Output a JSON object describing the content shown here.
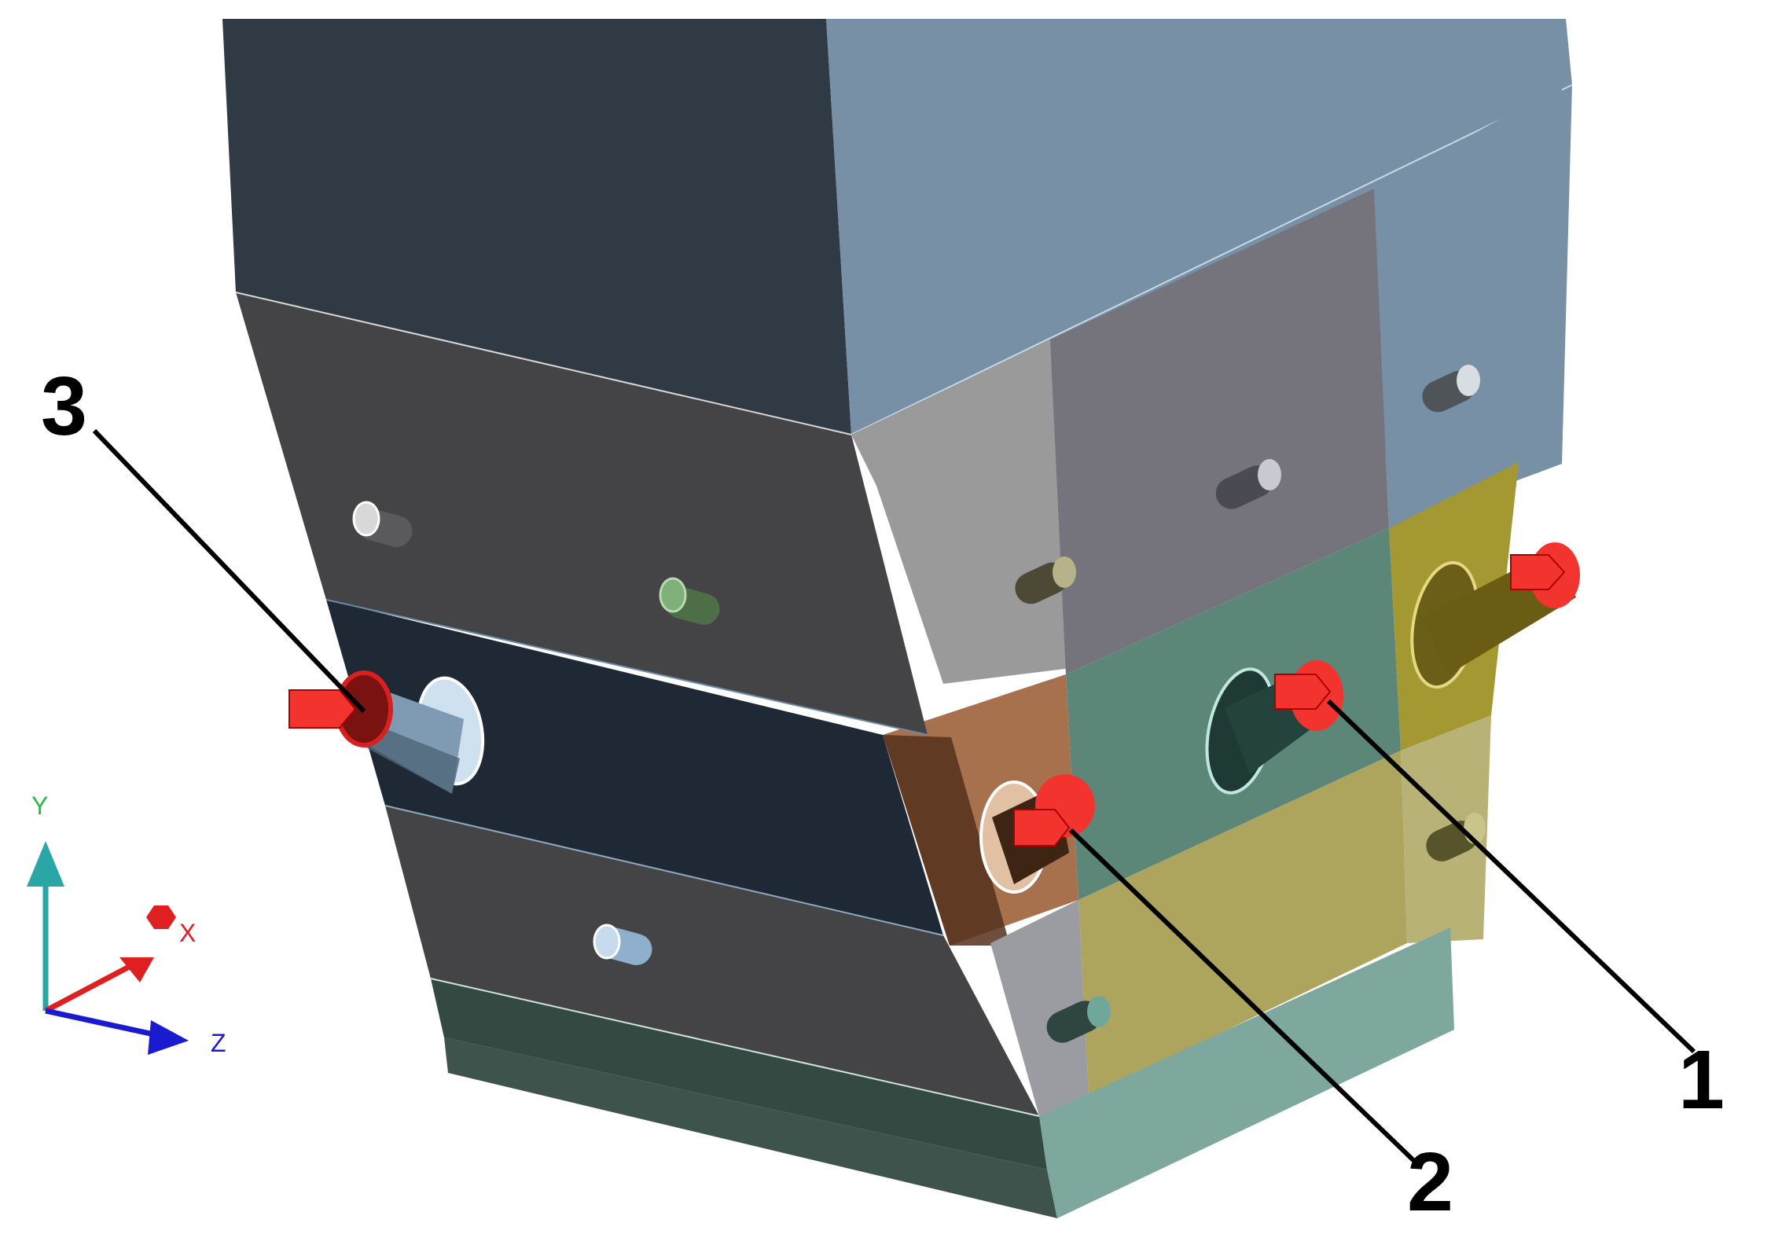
{
  "callouts": [
    {
      "id": "1",
      "label": "1"
    },
    {
      "id": "2",
      "label": "2"
    },
    {
      "id": "3",
      "label": "3"
    }
  ],
  "triad": {
    "y_label": "Y",
    "x_label": "X",
    "z_label": "Z",
    "colors": {
      "y": "#2aa6a6",
      "x": "#e02020",
      "z": "#1a1ad0"
    }
  },
  "colors": {
    "upper_dark": "#2f3a45",
    "upper_light": "#7790a5",
    "band_gray": "#444446",
    "band_navy": "#1e2935",
    "panel_gray": "#75737c",
    "panel_light": "#9a9a9a",
    "teal": "#5b8678",
    "olive": "#ada55e",
    "olive_dark": "#a49832",
    "copper": "#a8714e",
    "base_teal": "#7ea89e",
    "marker_red": "#f2332e"
  }
}
